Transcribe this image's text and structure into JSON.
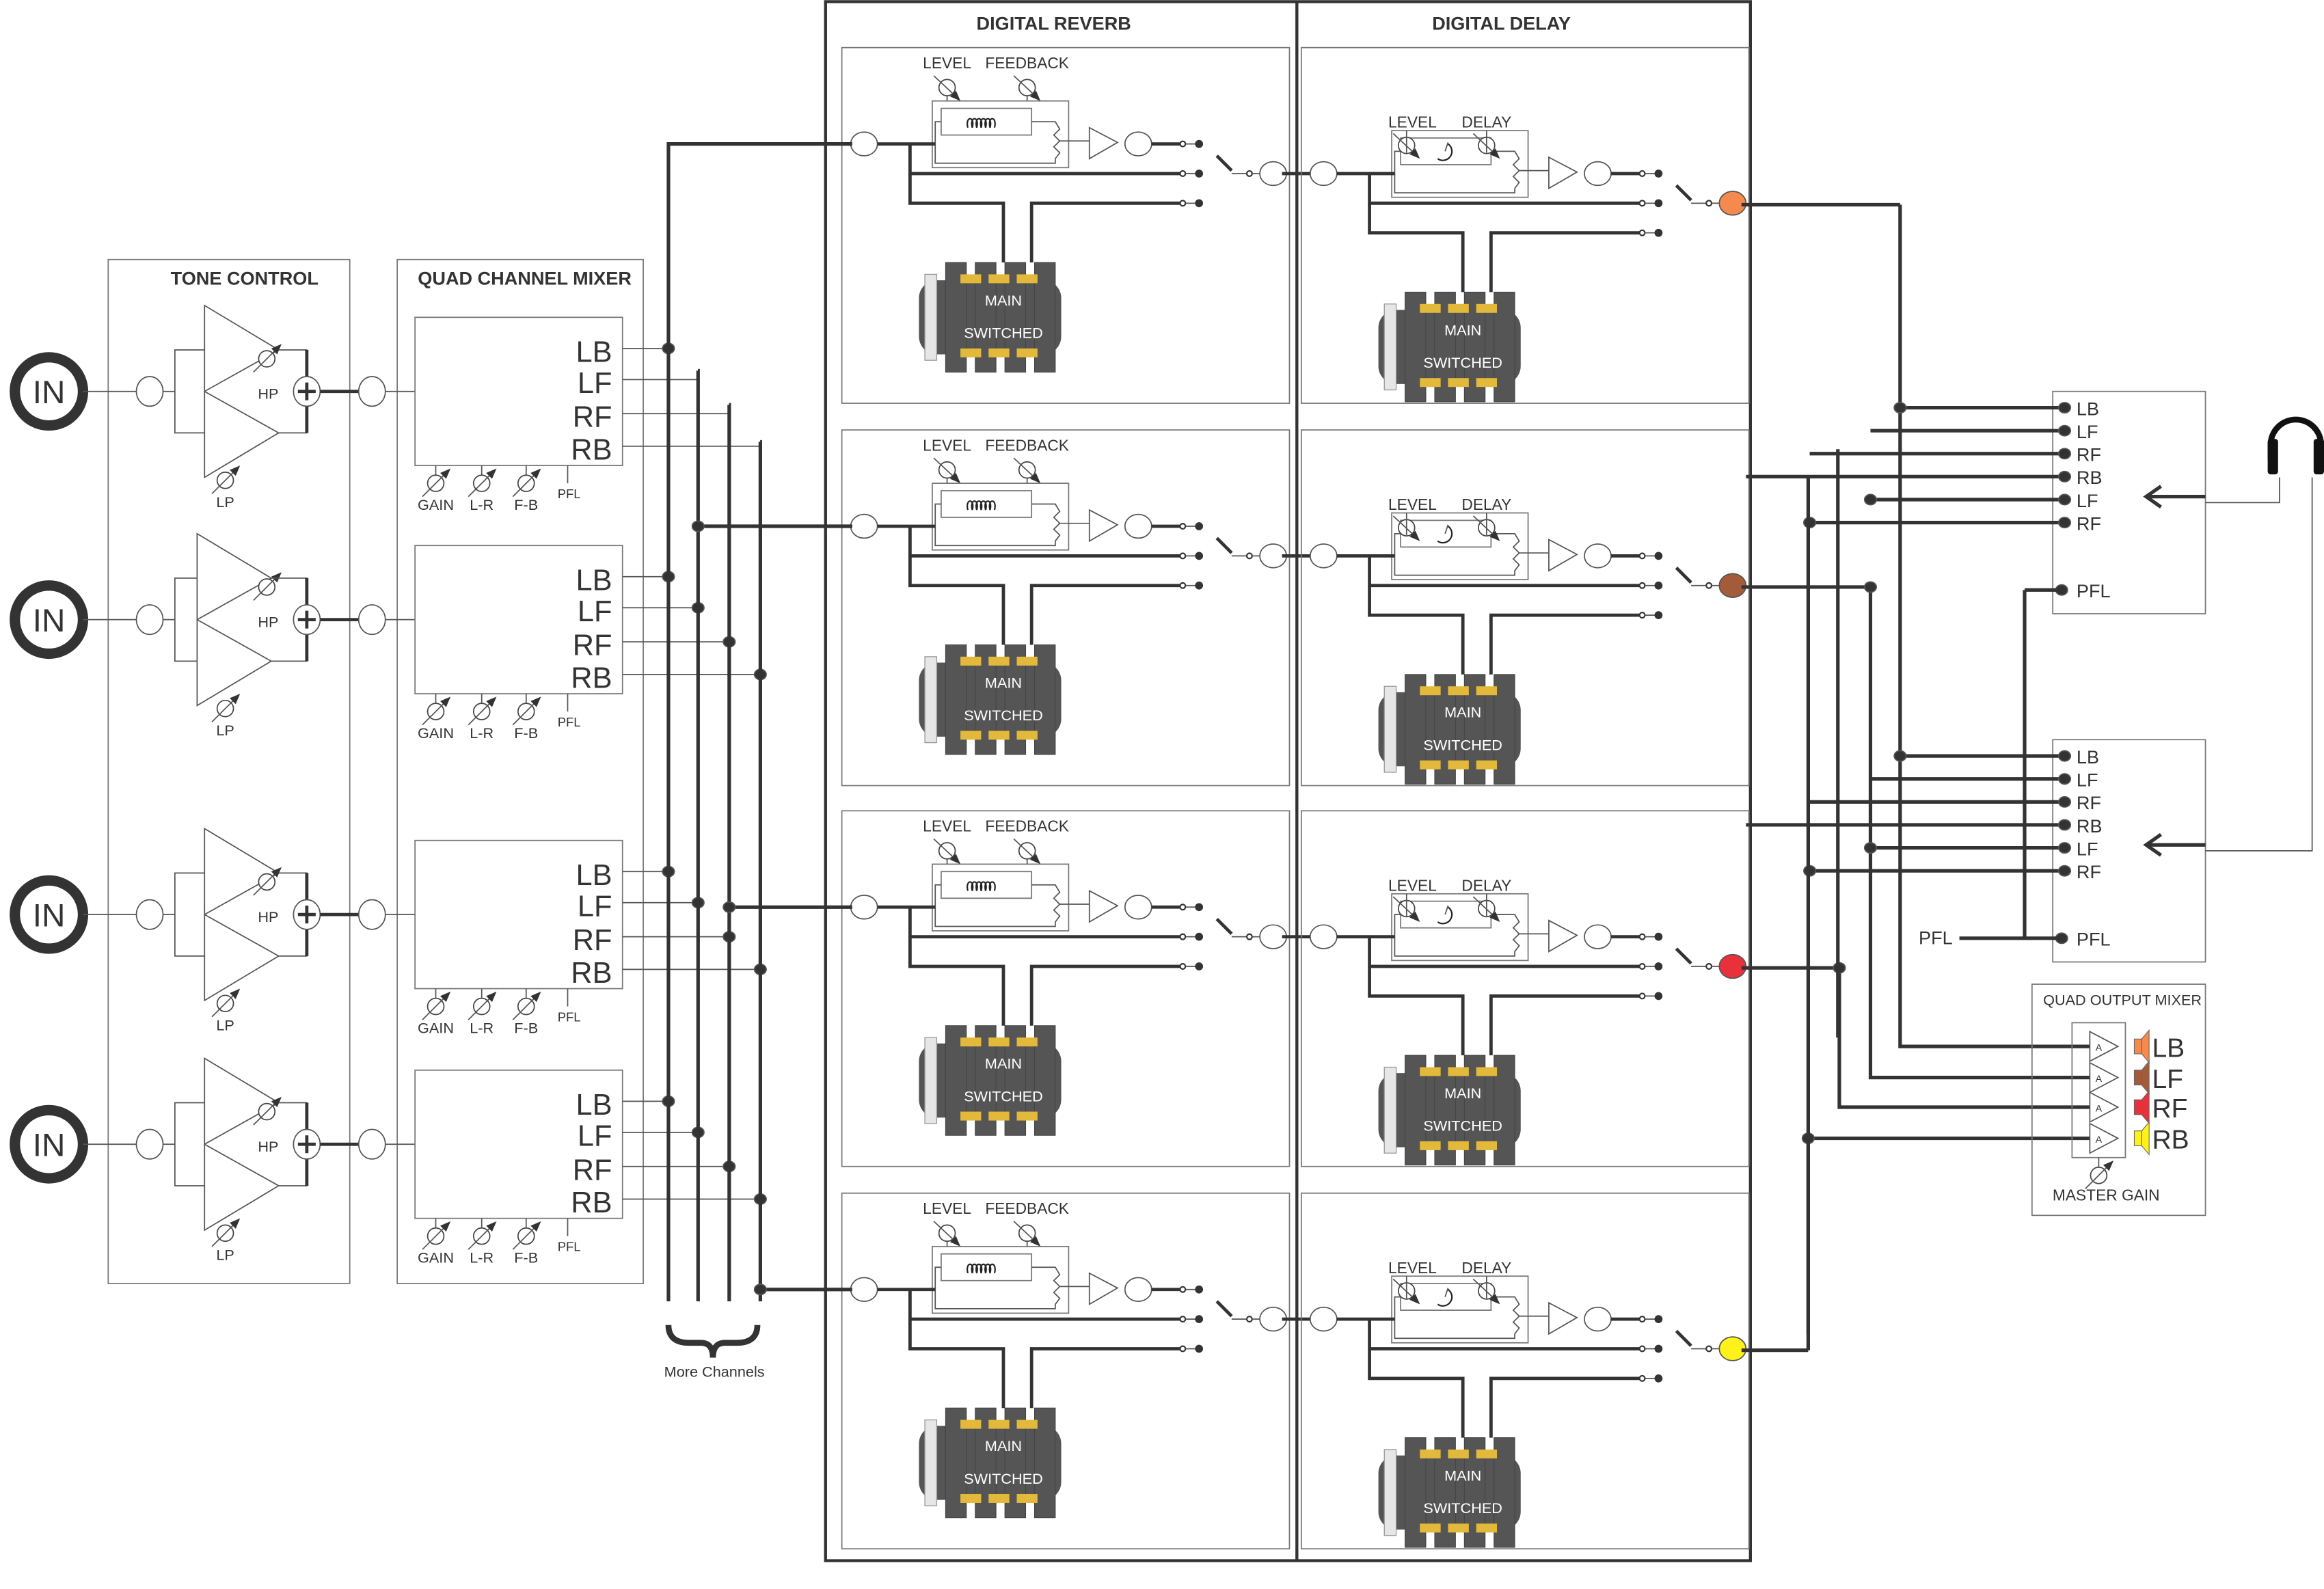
{
  "sections": {
    "tone_control": "TONE CONTROL",
    "quad_channel_mixer": "QUAD CHANNEL MIXER",
    "digital_reverb": "DIGITAL REVERB",
    "digital_delay": "DIGITAL DELAY",
    "quad_output_mixer": "QUAD OUTPUT MIXER"
  },
  "input_label": "IN",
  "tone": {
    "hp": "HP",
    "lp": "LP"
  },
  "mixer": {
    "outputs": [
      "LB",
      "LF",
      "RF",
      "RB"
    ],
    "controls": [
      "GAIN",
      "L-R",
      "F-B"
    ],
    "pfl": "PFL"
  },
  "more_channels": "More Channels",
  "reverb": {
    "level": "LEVEL",
    "feedback": "FEEDBACK"
  },
  "delay": {
    "level": "LEVEL",
    "delay": "DELAY"
  },
  "pedal": {
    "main": "MAIN",
    "switched": "SWITCHED"
  },
  "channels": 4,
  "channel_colors": [
    "#f58a4e",
    "#a35b3a",
    "#e8313a",
    "#fff21a"
  ],
  "monitor": {
    "inputs": [
      "LB",
      "LF",
      "RF",
      "RB",
      "LF",
      "RF"
    ],
    "pfl": "PFL",
    "pfl_source": "PFL"
  },
  "output_mixer": {
    "amp_label": "A",
    "outputs": [
      "LB",
      "LF",
      "RF",
      "RB"
    ],
    "master": "MASTER GAIN"
  },
  "icons": [
    "input-jack-icon",
    "variable-control-icon",
    "summing-junction-icon",
    "amplifier-icon",
    "spring-reverb-icon",
    "delay-clock-icon",
    "potentiometer-icon",
    "selector-switch-icon",
    "footswitch-pedal-icon",
    "headphones-icon",
    "speaker-icon",
    "arrow-left-icon",
    "brace-icon"
  ]
}
